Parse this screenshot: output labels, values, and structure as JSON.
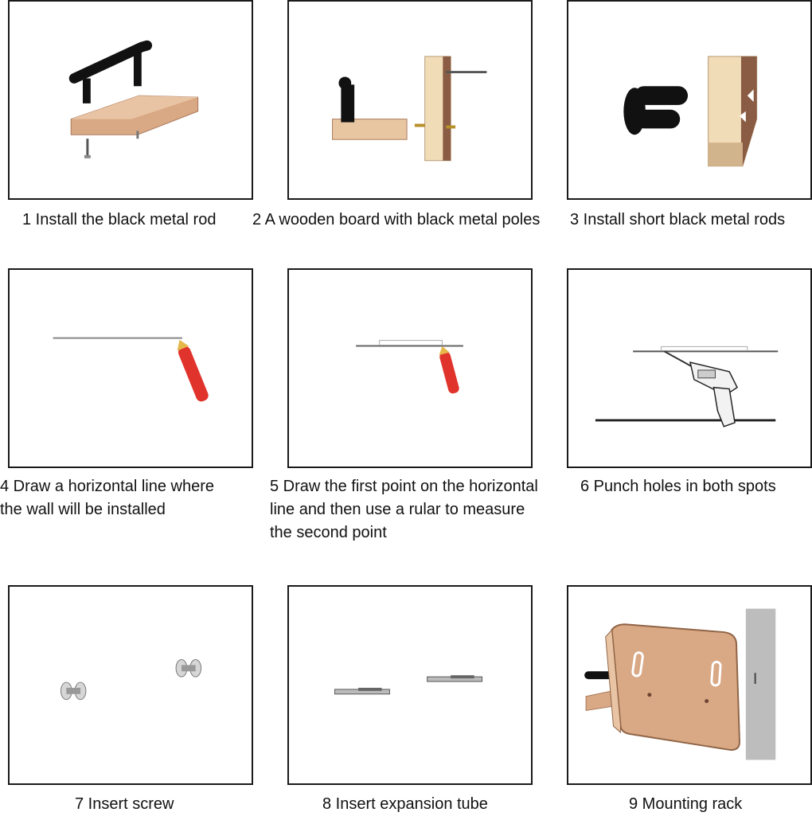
{
  "steps": [
    {
      "number": "1",
      "lines": [
        "1 Install the black metal rod"
      ],
      "illustration": "shelf-with-rod-icon"
    },
    {
      "number": "2",
      "lines": [
        "2 A wooden board with black metal poles"
      ],
      "illustration": "board-and-bracket-icon"
    },
    {
      "number": "3",
      "lines": [
        "3 Install short black metal rods"
      ],
      "illustration": "short-rods-icon"
    },
    {
      "number": "4",
      "lines": [
        "4 Draw a horizontal line where",
        "the wall will be installed"
      ],
      "illustration": "marker-line-icon"
    },
    {
      "number": "5",
      "lines": [
        "5 Draw the first point on the horizontal",
        "line and then use a rular to measure",
        "the second point"
      ],
      "illustration": "ruler-marker-icon"
    },
    {
      "number": "6",
      "lines": [
        "6 Punch holes in both spots"
      ],
      "illustration": "drill-icon"
    },
    {
      "number": "7",
      "lines": [
        "7 Insert screw"
      ],
      "illustration": "screw-anchors-icon"
    },
    {
      "number": "8",
      "lines": [
        "8 Insert expansion tube"
      ],
      "illustration": "expansion-tubes-icon"
    },
    {
      "number": "9",
      "lines": [
        "9 Mounting rack"
      ],
      "illustration": "mounted-rack-icon"
    }
  ],
  "colors": {
    "wood": "#d9a884",
    "wood_light": "#f3dcc1",
    "metal": "#111111",
    "marker": "#e0332b",
    "wall": "#bdbdbd",
    "frame": "#1a1a1a"
  }
}
